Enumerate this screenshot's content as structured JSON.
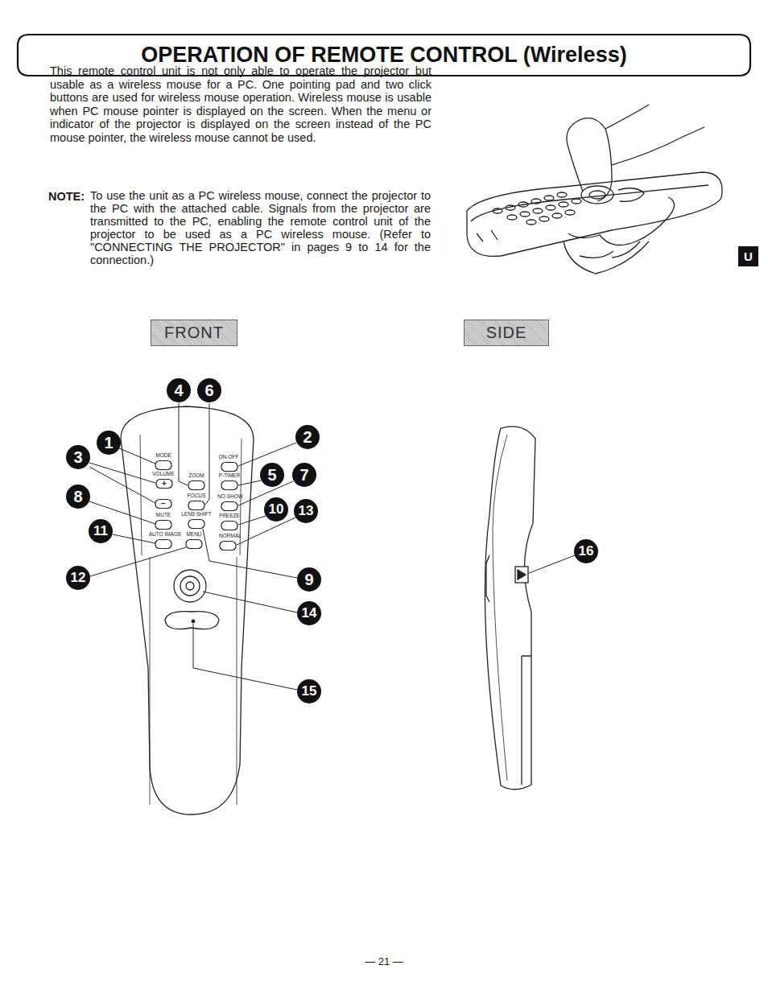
{
  "diagram": {
    "title": "OPERATION OF REMOTE CONTROL (Wireless)",
    "nodes": [
      {
        "text": [
          "FRONT"
        ]
      },
      {
        "text": [
          "SIDE"
        ]
      },
      {
        "text": [
          "U"
        ]
      }
    ],
    "labels": [
      "This remote control unit is not only able to operate the projector but usable as a wireless mouse for a PC. One pointing pad and two click buttons are used for wireless mouse operation. Wireless mouse is usable when PC mouse pointer is displayed on the screen. When the menu or indicator of the projector is displayed on the screen instead of the PC mouse pointer, the wireless mouse cannot be used.",
      "NOTE:",
      "To use the unit as a PC wireless mouse, connect the projector to the PC with the attached cable. Signals from the projector are transmitted to the PC, enabling the remote control unit of the projector to be used as a PC wireless mouse. (Refer to \"CONNECTING THE PROJECTOR\" in pages 9 to 14 for the connection.)",
      "MODE",
      "ON-OFF",
      "VOLUME",
      "ZOOM",
      "P-TIMER",
      "FOCUS",
      "NO SHOW",
      "MUTE",
      "LENS SHIFT",
      "FREEZE",
      "AUTO IMAGE",
      "MENU",
      "NORMAL",
      "+",
      "−",
      "4",
      "6",
      "1",
      "2",
      "3",
      "5",
      "7",
      "8",
      "10",
      "13",
      "11",
      "12",
      "9",
      "14",
      "15",
      "16",
      "— 21 —"
    ]
  }
}
